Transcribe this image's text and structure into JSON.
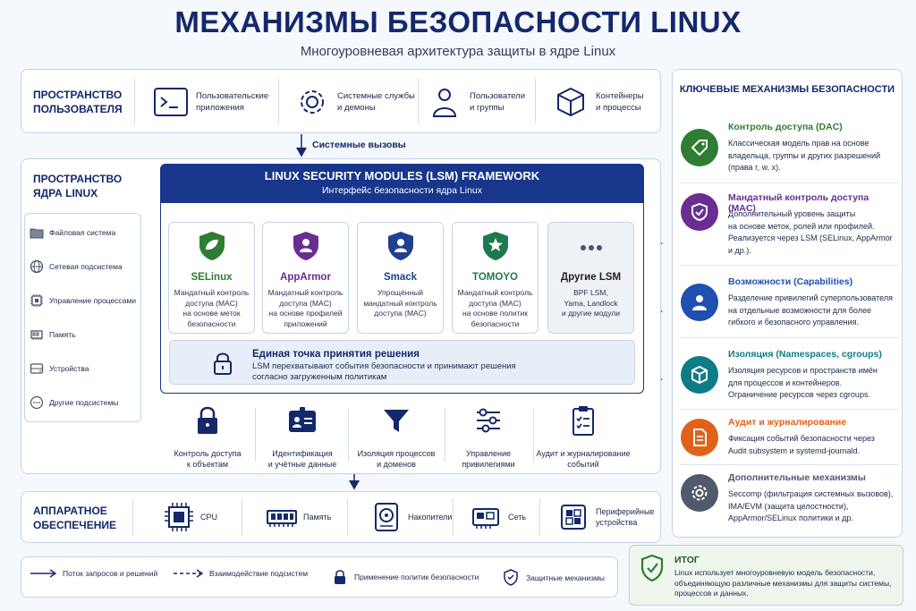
{
  "header": {
    "title": "МЕХАНИЗМЫ БЕЗОПАСНОСТИ LINUX",
    "subtitle": "Многоуровневая архитектура защиты в ядре Linux"
  },
  "user_space": {
    "label_line1": "ПРОСТРАНСТВО",
    "label_line2": "ПОЛЬЗОВАТЕЛЯ",
    "items": [
      {
        "icon": "terminal-icon",
        "line1": "Пользовательские",
        "line2": "приложения"
      },
      {
        "icon": "gear-icon",
        "line1": "Системные службы",
        "line2": "и демоны"
      },
      {
        "icon": "user-icon",
        "line1": "Пользователи",
        "line2": "и группы"
      },
      {
        "icon": "container-cube-icon",
        "line1": "Контейнеры",
        "line2": "и процессы"
      }
    ]
  },
  "syscalls_label": "Системные вызовы",
  "kernel_space": {
    "label_line1": "ПРОСТРАНСТВО",
    "label_line2": "ЯДРА LINUX",
    "subsystems": [
      {
        "icon": "folder-icon",
        "label": "Файловая система"
      },
      {
        "icon": "globe-icon",
        "label": "Сетевая подсистема"
      },
      {
        "icon": "cpu-chip-icon",
        "label": "Управление процессами"
      },
      {
        "icon": "memory-icon",
        "label": "Память"
      },
      {
        "icon": "device-icon",
        "label": "Устройства"
      },
      {
        "icon": "more-dots-icon",
        "label": "Другие подсистемы"
      }
    ]
  },
  "lsm": {
    "title": "LINUX SECURITY MODULES (LSM) FRAMEWORK",
    "subtitle": "Интерфейс безопасности ядра Linux",
    "modules": [
      {
        "name": "SELinux",
        "color": "#2e7d32",
        "d1": "Мандатный контроль",
        "d2": "доступа (MAC)",
        "d3": "на основе меток",
        "d4": "безопасности"
      },
      {
        "name": "AppArmor",
        "color": "#6a2d91",
        "d1": "Мандатный контроль",
        "d2": "доступа (MAC)",
        "d3": "на основе профилей",
        "d4": "приложений"
      },
      {
        "name": "Smack",
        "color": "#1f3f8f",
        "d1": "Упрощённый",
        "d2": "мандатный контроль",
        "d3": "доступа (MAC)",
        "d4": ""
      },
      {
        "name": "TOMOYO",
        "color": "#1e7a4e",
        "d1": "Мандатный контроль",
        "d2": "доступа (MAC)",
        "d3": "на основе политик",
        "d4": "безопасности"
      },
      {
        "name": "Другие LSM",
        "color": "#222222",
        "d1": "BPF LSM,",
        "d2": "Yama, Landlock",
        "d3": "и другие модули",
        "d4": ""
      }
    ],
    "decision": {
      "title": "Единая точка принятия решения",
      "line1": "LSM перехватывают события безопасности и принимают решения",
      "line2": "согласно загруженным политикам"
    }
  },
  "kernel_functions": [
    {
      "icon": "padlock-icon",
      "line1": "Контроль доступа",
      "line2": "к объектам"
    },
    {
      "icon": "id-card-icon",
      "line1": "Идентификация",
      "line2": "и учётные данные"
    },
    {
      "icon": "funnel-icon",
      "line1": "Изоляция процессов",
      "line2": "и доменов"
    },
    {
      "icon": "sliders-icon",
      "line1": "Управление",
      "line2": "привилегиями"
    },
    {
      "icon": "clipboard-icon",
      "line1": "Аудит и журналирование",
      "line2": "событий"
    }
  ],
  "hardware": {
    "label_line1": "АППАРАТНОЕ",
    "label_line2": "ОБЕСПЕЧЕНИЕ",
    "items": [
      {
        "icon": "cpu-icon",
        "line1": "CPU",
        "line2": ""
      },
      {
        "icon": "ram-icon",
        "line1": "Память",
        "line2": ""
      },
      {
        "icon": "disk-icon",
        "line1": "Накопители",
        "line2": ""
      },
      {
        "icon": "network-card-icon",
        "line1": "Сеть",
        "line2": ""
      },
      {
        "icon": "peripheral-icon",
        "line1": "Периферийные",
        "line2": "устройства"
      }
    ]
  },
  "mechanisms": {
    "title": "КЛЮЧЕВЫЕ МЕХАНИЗМЫ БЕЗОПАСНОСТИ",
    "items": [
      {
        "title": "Контроль доступа (DAC)",
        "color": "#2e7d32",
        "icon": "tag-icon",
        "l1": "Классическая модель прав на основе",
        "l2": "владельца, группы и других разрешений",
        "l3": "(права r, w, x)."
      },
      {
        "title": "Мандатный контроль доступа (MAC)",
        "color": "#6a2d91",
        "icon": "shield-check-icon",
        "l1": "Дополнительный уровень защиты",
        "l2": "на основе меток, ролей или профилей.",
        "l3": "Реализуется через LSM (SELinux, AppArmor",
        "l4": "и др.)."
      },
      {
        "title": "Возможности (Capabilities)",
        "color": "#1f4fb0",
        "icon": "person-icon",
        "l1": "Разделение привилегий суперпользователя",
        "l2": "на отдельные возможности для более",
        "l3": "гибкого и безопасного управления."
      },
      {
        "title": "Изоляция (Namespaces, cgroups)",
        "color": "#0e7c86",
        "icon": "box-icon",
        "l1": "Изоляция ресурсов и пространств имён",
        "l2": "для процессов и контейнеров.",
        "l3": "Ограничение ресурсов через cgroups."
      },
      {
        "title": "Аудит и журналирование",
        "color": "#e0621a",
        "icon": "document-icon",
        "l1": "Фиксация событий безопасности через",
        "l2": "Audit subsystem и systemd-journald."
      },
      {
        "title": "Дополнительные механизмы",
        "color": "#4f5a6b",
        "icon": "cog-icon",
        "l1": "Seccomp (фильтрация системных вызовов),",
        "l2": "IMA/EVM (защита целостности),",
        "l3": "AppArmor/SELinux политики и др."
      }
    ]
  },
  "legend": [
    {
      "icon": "solid-arrow-icon",
      "label": "Поток запросов и решений"
    },
    {
      "icon": "dashed-arrow-icon",
      "label": "Взаимодействие подсистем"
    },
    {
      "icon": "padlock-icon",
      "label": "Применение политик безопасности"
    },
    {
      "icon": "shield-icon",
      "label": "Защитные механизмы"
    }
  ],
  "summary": {
    "title": "ИТОГ",
    "l1": "Linux использует многоуровневую модель безопасности,",
    "l2": "объединяющую различные механизмы для защиты системы,",
    "l3": "процессов и данных."
  }
}
